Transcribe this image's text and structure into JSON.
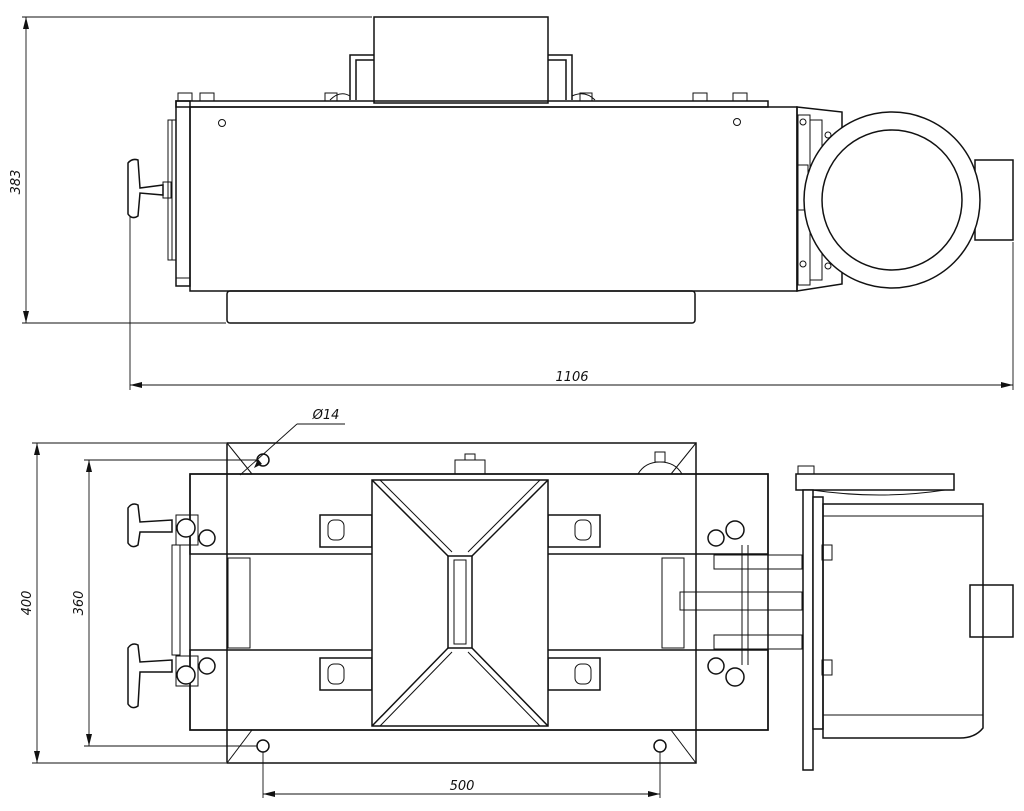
{
  "dimensions": {
    "top_height": "383",
    "top_length": "1106",
    "hole_diameter": "Ø14",
    "bottom_width": "400",
    "bottom_hole_spacing_y": "360",
    "bottom_hole_spacing_x": "500"
  }
}
